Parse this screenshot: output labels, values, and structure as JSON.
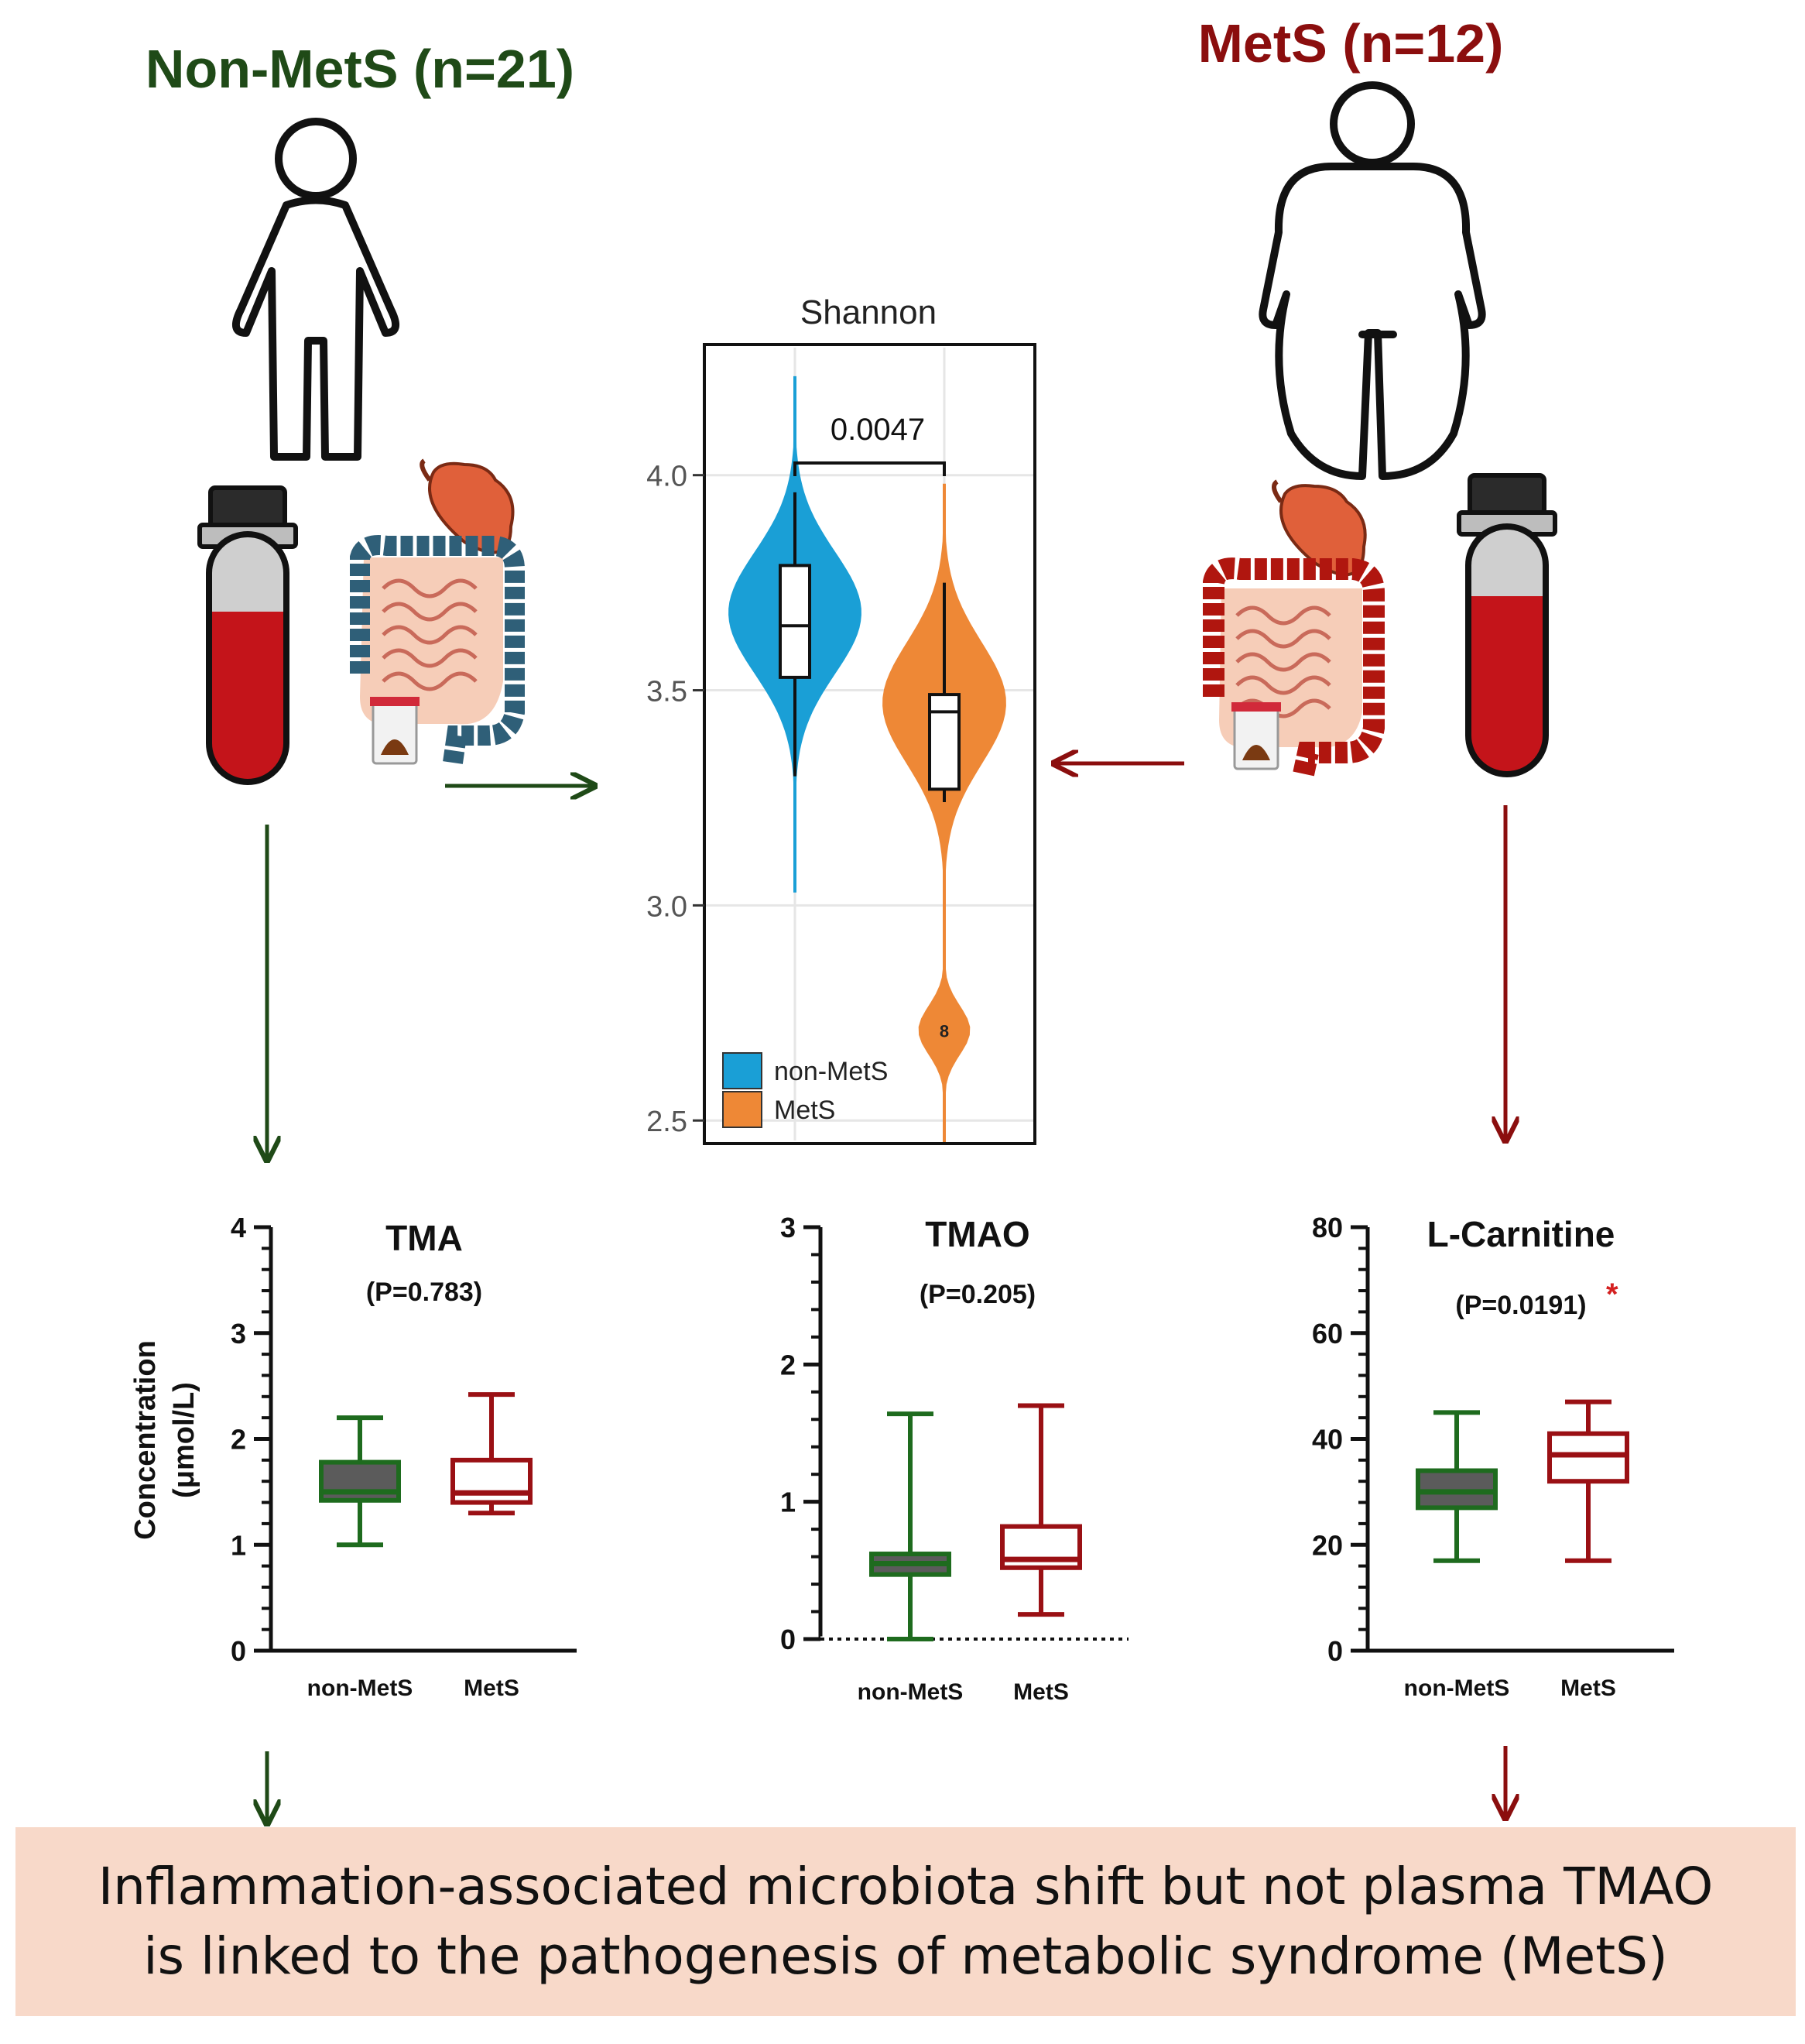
{
  "headers": {
    "left": "Non-MetS (n=21)",
    "right": "MetS (n=12)"
  },
  "colors": {
    "non_mets_green": "#1f4a17",
    "mets_red": "#8b0e0e",
    "violin_blue": "#1a9fd6",
    "violin_orange": "#ee8836",
    "box_green": "#1e6b1e",
    "box_red": "#9a1014",
    "banner_bg": "#f8d9c9"
  },
  "icons": [
    "person-slim-icon",
    "person-obese-icon",
    "blood-tube-icon",
    "gut-icon",
    "stool-sample-icon",
    "arrow-icon"
  ],
  "shannon": {
    "title": "Shannon",
    "pvalue": "0.0047",
    "outlier_label": "8",
    "ylim": [
      2.45,
      4.3
    ],
    "yticks": [
      "2.5",
      "3.0",
      "3.5",
      "4.0"
    ],
    "legend": [
      "non-MetS",
      "MetS"
    ],
    "groups": [
      {
        "name": "non-MetS",
        "min": 3.3,
        "q1": 3.53,
        "median": 3.65,
        "q3": 3.79,
        "max": 3.96,
        "violin_min": 3.03,
        "violin_max": 4.23
      },
      {
        "name": "MetS",
        "min": 3.24,
        "q1": 3.27,
        "median": 3.45,
        "q3": 3.49,
        "max": 3.75,
        "violin_min": 2.45,
        "violin_max": 3.98,
        "outlier": 2.71
      }
    ]
  },
  "chart_data": [
    {
      "type": "box",
      "title": "TMA",
      "subtitle": "(P=0.783)",
      "ylabel_line1": "Concentration",
      "ylabel_line2": "(μmol/L)",
      "ylim": [
        0,
        4
      ],
      "yticks": [
        "0",
        "1",
        "2",
        "3",
        "4"
      ],
      "categories": [
        "non-MetS",
        "MetS"
      ],
      "boxes": [
        {
          "min": 1.0,
          "q1": 1.42,
          "median": 1.5,
          "q3": 1.78,
          "max": 2.2
        },
        {
          "min": 1.3,
          "q1": 1.4,
          "median": 1.49,
          "q3": 1.8,
          "max": 2.42
        }
      ]
    },
    {
      "type": "box",
      "title": "TMAO",
      "subtitle": "(P=0.205)",
      "ylim": [
        0,
        3
      ],
      "yticks": [
        "0",
        "1",
        "2",
        "3"
      ],
      "categories": [
        "non-MetS",
        "MetS"
      ],
      "boxes": [
        {
          "min": 0.0,
          "q1": 0.47,
          "median": 0.55,
          "q3": 0.62,
          "max": 1.64
        },
        {
          "min": 0.18,
          "q1": 0.52,
          "median": 0.58,
          "q3": 0.82,
          "max": 1.7
        }
      ]
    },
    {
      "type": "box",
      "title": "L-Carnitine",
      "subtitle": "(P=0.0191)",
      "significance": "*",
      "ylim": [
        0,
        80
      ],
      "yticks": [
        "0",
        "20",
        "40",
        "60",
        "80"
      ],
      "categories": [
        "non-MetS",
        "MetS"
      ],
      "boxes": [
        {
          "min": 17,
          "q1": 27,
          "median": 30,
          "q3": 34,
          "max": 45
        },
        {
          "min": 17,
          "q1": 32,
          "median": 37,
          "q3": 41,
          "max": 47
        }
      ]
    }
  ],
  "conclusion": {
    "line1": "Inflammation-associated microbiota shift but not plasma TMAO",
    "line2": "is linked to the pathogenesis of metabolic syndrome (MetS)"
  }
}
